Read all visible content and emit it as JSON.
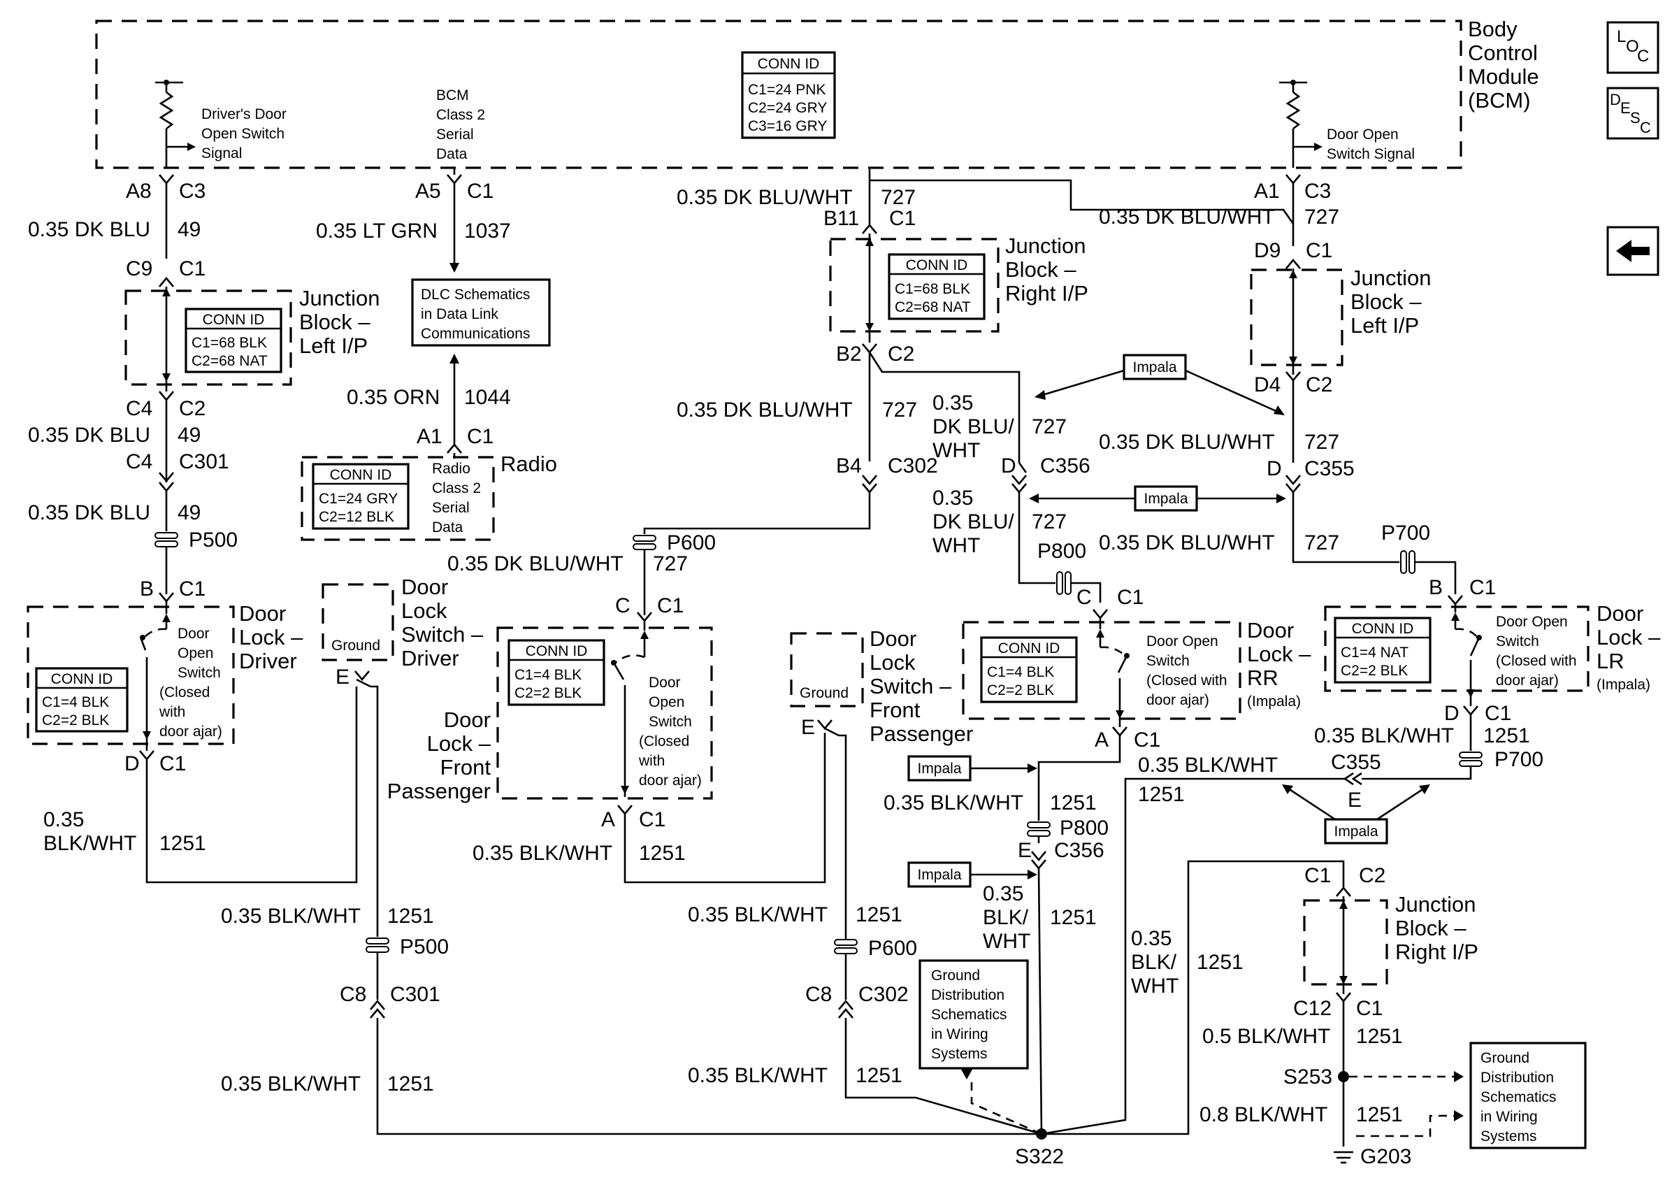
{
  "bcm": {
    "title": [
      "Body",
      "Control",
      "Module",
      "(BCM)"
    ]
  },
  "conn_bcm": {
    "title": "CONN ID",
    "rows": [
      "C1=24 PNK",
      "C2=24 GRY",
      "C3=16 GRY"
    ]
  },
  "conn_jb_left": {
    "title": "CONN ID",
    "rows": [
      "C1=68 BLK",
      "C2=68 NAT"
    ]
  },
  "conn_jb_right": {
    "title": "CONN ID",
    "rows": [
      "C1=68 BLK",
      "C2=68 NAT"
    ]
  },
  "conn_radio": {
    "title": "CONN ID",
    "rows": [
      "C1=24 GRY",
      "C2=12 BLK"
    ]
  },
  "conn_driver": {
    "title": "CONN ID",
    "rows": [
      "C1=4 BLK",
      "C2=2 BLK"
    ]
  },
  "conn_front": {
    "title": "CONN ID",
    "rows": [
      "C1=4 BLK",
      "C2=2 BLK"
    ]
  },
  "conn_rr": {
    "title": "CONN ID",
    "rows": [
      "C1=4 BLK",
      "C2=2 BLK"
    ]
  },
  "conn_lr": {
    "title": "CONN ID",
    "rows": [
      "C1=4 NAT",
      "C2=2 BLK"
    ]
  },
  "nav": {
    "loc": [
      "L",
      "O",
      "C"
    ],
    "desc": [
      "D",
      "E",
      "S",
      "C"
    ]
  },
  "signals": {
    "drivers_door": [
      "Driver's Door",
      "Open Switch",
      "Signal"
    ],
    "bcm_class2": [
      "BCM",
      "Class 2",
      "Serial",
      "Data"
    ],
    "door_open": [
      "Door Open",
      "Switch Signal"
    ]
  },
  "refs": {
    "dlc": [
      "DLC Schematics",
      "in Data Link",
      "Communications"
    ],
    "ground_mid": [
      "Ground",
      "Distribution",
      "Schematics",
      "in Wiring",
      "Systems"
    ],
    "ground_right": [
      "Ground",
      "Distribution",
      "Schematics",
      "in Wiring",
      "Systems"
    ]
  },
  "components": {
    "jb_left_title": [
      "Junction",
      "Block –",
      "Left I/P"
    ],
    "jb_right_title": [
      "Junction",
      "Block –",
      "Right I/P"
    ],
    "radio_text": [
      "Radio",
      "Class 2",
      "Serial",
      "Data"
    ],
    "radio_title": "Radio",
    "driver_title": [
      "Door",
      "Lock –",
      "Driver"
    ],
    "switch_driver": [
      "Door",
      "Lock",
      "Switch –",
      "Driver"
    ],
    "switch_front": [
      "Door",
      "Lock",
      "Switch –",
      "Front",
      "Passenger"
    ],
    "front_title": [
      "Door",
      "Lock –",
      "Front",
      "Passenger"
    ],
    "rr_title": [
      "Door",
      "Lock –",
      "RR",
      "(Impala)"
    ],
    "lr_title": [
      "Door",
      "Lock –",
      "LR",
      "(Impala)"
    ],
    "door_open_driver": [
      "Door",
      "Open",
      "Switch",
      "(Closed",
      "with",
      "door ajar)"
    ],
    "door_open_front": [
      "Door",
      "Open",
      "Switch",
      "(Closed",
      "with",
      "door ajar)"
    ],
    "door_open_rr": [
      "Door Open",
      "Switch",
      "(Closed with",
      "door ajar)"
    ],
    "door_open_lr": [
      "Door Open",
      "Switch",
      "(Closed with",
      "door ajar)"
    ],
    "ground": "Ground",
    "impala": "Impala"
  },
  "wires": {
    "dkblu": "0.35 DK BLU",
    "ltgrn": "0.35 LT GRN",
    "orn": "0.35 ORN",
    "dkbluwht": "0.35 DK BLU/WHT",
    "blkwht": "0.35 BLK/WHT",
    "blkwht05": "0.5 BLK/WHT",
    "blkwht08": "0.8 BLK/WHT",
    "w035": "0.35",
    "dkblu_slash": "DK BLU/",
    "wht": "WHT",
    "blk_slash": "BLK/",
    "blkwht_only": "BLK/WHT",
    "c49": "49",
    "c1037": "1037",
    "c1044": "1044",
    "c727": "727",
    "c1251": "1251"
  },
  "pins": {
    "A8": "A8",
    "A5": "A5",
    "A1": "A1",
    "B11": "B11",
    "C9": "C9",
    "C4": "C4",
    "B2": "B2",
    "B4": "B4",
    "B": "B",
    "C": "C",
    "D": "D",
    "E": "E",
    "A": "A",
    "C8": "C8",
    "C12": "C12",
    "D9": "D9",
    "D4": "D4"
  },
  "conns": {
    "C1": "C1",
    "C2": "C2",
    "C3": "C3",
    "C301": "C301",
    "C302": "C302",
    "C355": "C355",
    "C356": "C356",
    "P500": "P500",
    "P600": "P600",
    "P700": "P700",
    "P800": "P800"
  },
  "splices": {
    "s322": "S322",
    "s253": "S253",
    "g203": "G203"
  }
}
